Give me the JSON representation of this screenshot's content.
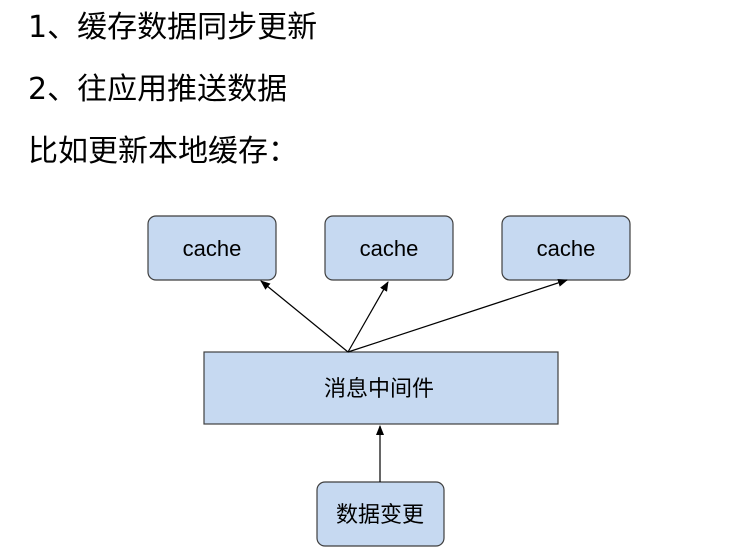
{
  "lines": [
    "1、缓存数据同步更新",
    "2、往应用推送数据",
    "比如更新本地缓存："
  ],
  "diagram": {
    "cache_label": "cache",
    "middleware_label": "消息中间件",
    "source_label": "数据变更",
    "box_fill": "#c6d9f1",
    "box_stroke": "#3f3f3f"
  }
}
